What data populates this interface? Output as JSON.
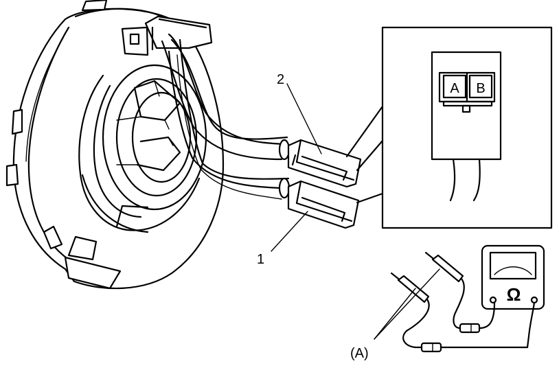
{
  "callouts": {
    "part_1": "1",
    "part_2": "2",
    "probes": "(A)"
  },
  "connector_terminals": {
    "a": "A",
    "b": "B"
  },
  "meter": {
    "symbol": "Ω"
  },
  "colors": {
    "ink": "#000000",
    "paper": "#ffffff",
    "shade": "#d9d9d9"
  }
}
